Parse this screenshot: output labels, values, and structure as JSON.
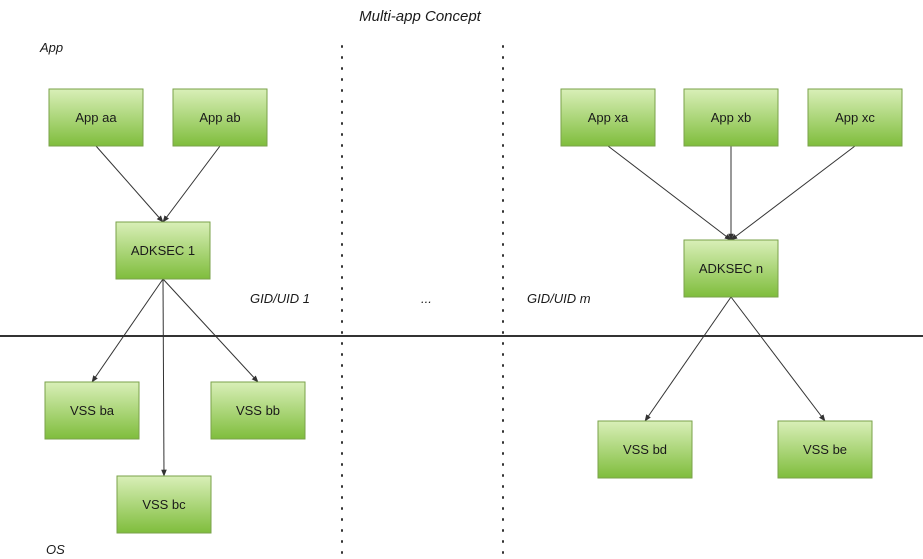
{
  "title": "Multi-app Concept",
  "layers": {
    "top": "App",
    "bottom": "OS"
  },
  "group_labels": {
    "left": "GID/UID 1",
    "middle": "...",
    "right": "GID/UID m"
  },
  "nodes": {
    "app_aa": "App aa",
    "app_ab": "App ab",
    "adksec_1": "ADKSEC 1",
    "vss_ba": "VSS ba",
    "vss_bb": "VSS bb",
    "vss_bc": "VSS bc",
    "app_xa": "App xa",
    "app_xb": "App xb",
    "app_xc": "App xc",
    "adksec_n": "ADKSEC n",
    "vss_bd": "VSS bd",
    "vss_be": "VSS be"
  },
  "edges": [
    [
      "app_aa",
      "adksec_1"
    ],
    [
      "app_ab",
      "adksec_1"
    ],
    [
      "adksec_1",
      "vss_ba"
    ],
    [
      "adksec_1",
      "vss_bb"
    ],
    [
      "adksec_1",
      "vss_bc"
    ],
    [
      "app_xa",
      "adksec_n"
    ],
    [
      "app_xb",
      "adksec_n"
    ],
    [
      "app_xc",
      "adksec_n"
    ],
    [
      "adksec_n",
      "vss_bd"
    ],
    [
      "adksec_n",
      "vss_be"
    ]
  ],
  "colors": {
    "box_top": "#d9efb8",
    "box_bottom": "#7fbd3c",
    "box_border": "#7aa24a"
  }
}
